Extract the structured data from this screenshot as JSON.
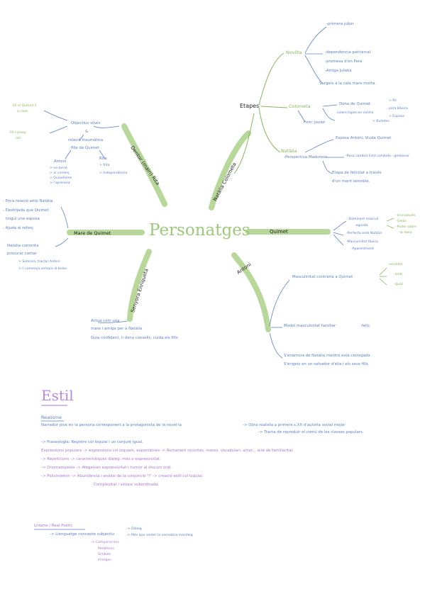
{
  "center": {
    "title": "Personatges"
  },
  "etapes": {
    "label": "Etapes",
    "stages": [
      "Noviïta",
      "Colometa",
      "Natàlia"
    ],
    "noviita_items": [
      "-primera jubor",
      "-dependència patriarcal",
      "-promesa d'en Pere",
      "-Amiga Julieta",
      "Surgeix a la cala mare morta."
    ],
    "colometa_items": [
      "Dona de Quimet",
      "colors.tapes.en contra",
      "> fill",
      "> Bulletes",
      "para Bàsica",
      "Fom: Joulet",
      "> Exposa"
    ],
    "natalia_items": [
      "Esposa Antoni, Viuda Quimet",
      "-Perspectiva Maduresa",
      "-Rosa cambia",
      "Està cohibida - gestionar",
      "Etapa de felicitat a través",
      "d'un marit sensible."
    ]
  },
  "branches": {
    "dentor": "Dentor (mairi) Rita",
    "natalia": "Natàlia Colometa",
    "quimet": "Quimet",
    "antoni": "Antoni",
    "senyora": "Senyora Enriqueta",
    "mare": "Mare de Quimet"
  },
  "dentor_notes": [
    "Ell el Quimet li",
    "a casa",
    "Ell-i-Josep",
    "olis",
    "Objectius vitals",
    "&",
    "relació traumàtica",
    "filla de Quimet",
    "Antoni",
    "Rita",
    "> no tornà",
    "> al comerç",
    "> Quixotisme",
    "> l'aprenent",
    "> Rita",
    "> Independència"
  ],
  "mare_notes": [
    "- Poca relació amb Natàlia",
    "- Destitjada que Quimet",
    "tingui una esposa",
    "- Ajuda al reforç",
    "Natàlia comenta",
    "procurar contar",
    "> Somrisa, tractar Antoni",
    "> li comença sempre al bolso"
  ],
  "quimet_notes": [
    "-Dominant masculí",
    "-egoista",
    "-Perfecta amb Natàlia",
    "-Masculinitat tòxica",
    "-Aparentment",
    "-Immadurés",
    "-Gelós",
    "-Poder sobre",
    "-la dona"
  ],
  "antoni_notes": [
    "Masculinitat contrària a Quimet",
    "-sensible",
    "-amb",
    "-igual",
    "Model masculinitat familiar",
    "-feliç",
    "S'enamora de Natàlia mentre està carregada",
    "S'erigeix en un salvador d'ella i els seus fills."
  ],
  "senyora_notes": [
    "Actua com una",
    "mare i amiga per a Natàlia",
    "Guia confident, li dona consells, cuida els fills"
  ],
  "estil": {
    "title": "Estil",
    "subtitle": "Realisme",
    "line1a": "Narrador jove en la persona corresponent a la protagonista de la novel·la",
    "line1b": "-> Obra realista a primers s.XX d'autoria social mojor",
    "line1c": "-> Tracta de reproduir el comú de les classes populars.",
    "items": [
      "-> Fraseologia: Registre col·loquial i un conjunt igual.",
      "Expressions populars -> expressions col·loquials, espontànies -> Remanent incontés, mares, vocabulari, amor... aire de familiaritat.",
      "-> Repeticions -> característiques diàleg: més o expressivitat.",
      "-> Onomatopeies -> Afegeixen expressivitat i humor al discurs oral.",
      "-> Polisíndeton -> Abundància i anàlisi de la conjunció \"i\" -> creació estil col·loquial.",
      "Complexitat i sintaxi subordinada."
    ],
    "lirisme_title": "Lirisme / Real Poètic",
    "lirisme_a": "-> Llenguatge concepte subjectiu",
    "lirisme_b": "-> Diàleg",
    "lirisme_c": "-> Més que contar la narradora monòleg",
    "lirisme_d": "-> Comparacions",
    "lirisme_e": "Metàfores",
    "lirisme_f": "Símbols",
    "lirisme_g": "Imatges"
  }
}
